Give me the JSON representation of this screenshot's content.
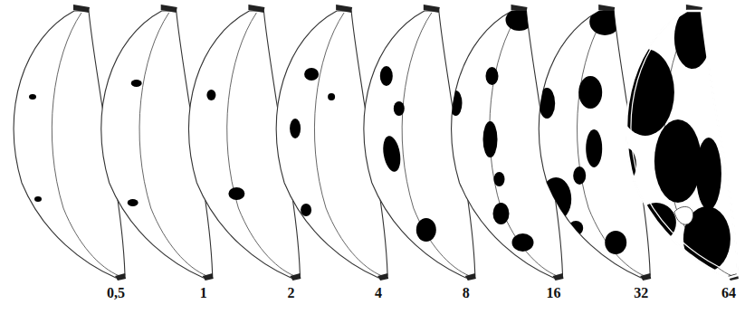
{
  "diagram": {
    "labels": [
      "0,5",
      "1",
      "2",
      "4",
      "8",
      "16",
      "32",
      "64"
    ]
  }
}
